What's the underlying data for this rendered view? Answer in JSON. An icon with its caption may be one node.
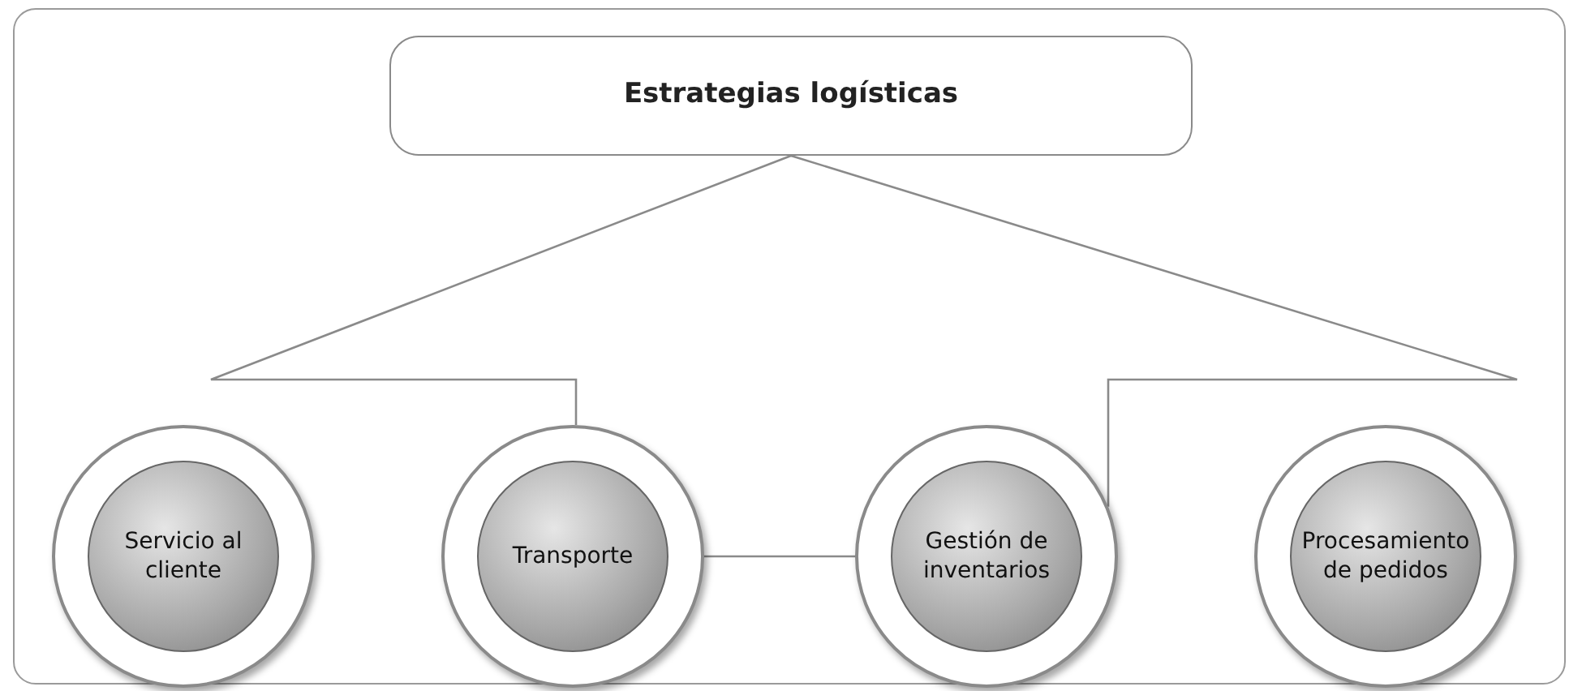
{
  "diagram": {
    "nodes": [
      {
        "text": [
          "Estrategias logísticas"
        ]
      },
      {
        "text": [
          "Servicio al cliente"
        ]
      },
      {
        "text": [
          "Transporte"
        ]
      },
      {
        "text": [
          "Gestión de inventarios"
        ]
      },
      {
        "text": [
          "Procesamiento de pedidos"
        ]
      }
    ],
    "edges": [
      {
        "from": 0,
        "to": 2,
        "arrow": "none"
      },
      {
        "from": 0,
        "to": 3,
        "arrow": "none"
      },
      {
        "from": 2,
        "to": 3,
        "arrow": "none"
      }
    ]
  }
}
